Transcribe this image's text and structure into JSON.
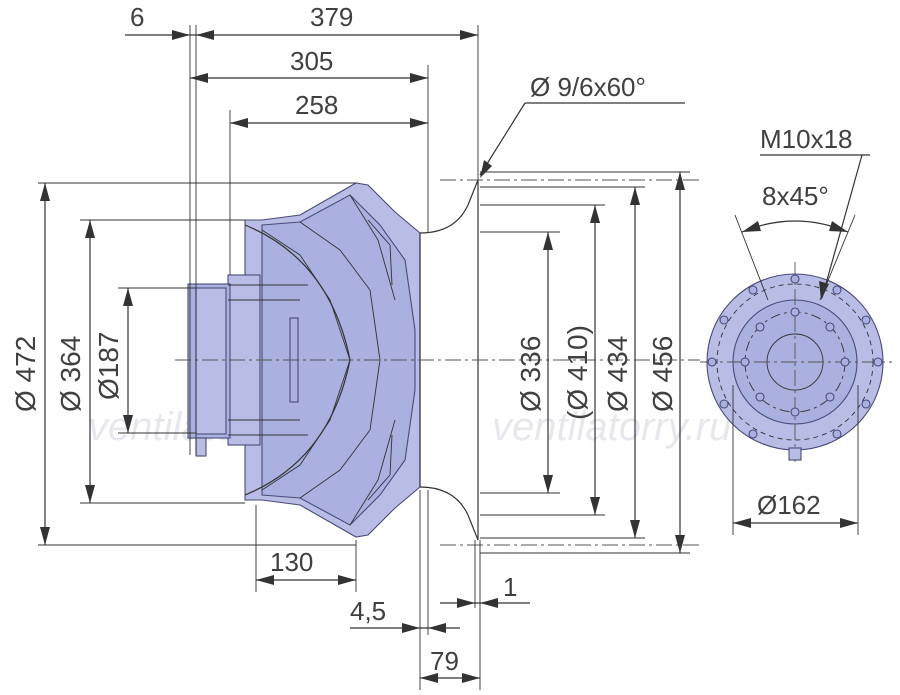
{
  "watermarks": [
    "ventilatorry.ru",
    "ventilatorry.ru"
  ],
  "dimensions": {
    "d6": "6",
    "d379": "379",
    "d305": "305",
    "d258": "258",
    "hole_spec": "Ø 9/6x60°",
    "thread_spec": "M10x18",
    "angle_spec": "8x45°",
    "dia472": "Ø 472",
    "dia364": "Ø 364",
    "dia187": "Ø187",
    "dia336": "Ø 336",
    "dia410": "(Ø 410)",
    "dia434": "Ø 434",
    "dia456": "Ø 456",
    "dia162": "Ø162",
    "d130": "130",
    "d1": "1",
    "d4_5": "4,5",
    "d79": "79"
  }
}
